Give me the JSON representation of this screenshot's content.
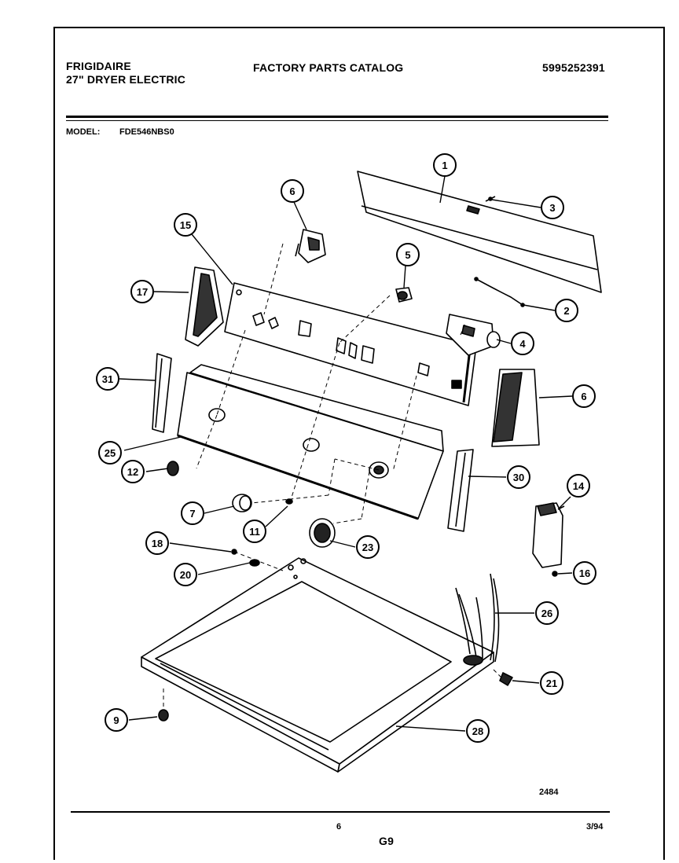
{
  "header": {
    "brand": "FRIGIDAIRE",
    "product": "27\" DRYER ELECTRIC",
    "catalog": "FACTORY PARTS CATALOG",
    "catalog_number": "5995252391",
    "model_label": "MODEL:",
    "model_number": "FDE546NBS0"
  },
  "diagram": {
    "drawing_number": "2484",
    "callouts": [
      "1",
      "2",
      "3",
      "4",
      "5",
      "6",
      "6",
      "7",
      "9",
      "11",
      "12",
      "14",
      "15",
      "16",
      "17",
      "18",
      "20",
      "21",
      "23",
      "25",
      "26",
      "28",
      "30",
      "31"
    ]
  },
  "footer": {
    "page": "6",
    "section": "G9",
    "date": "3/94"
  }
}
